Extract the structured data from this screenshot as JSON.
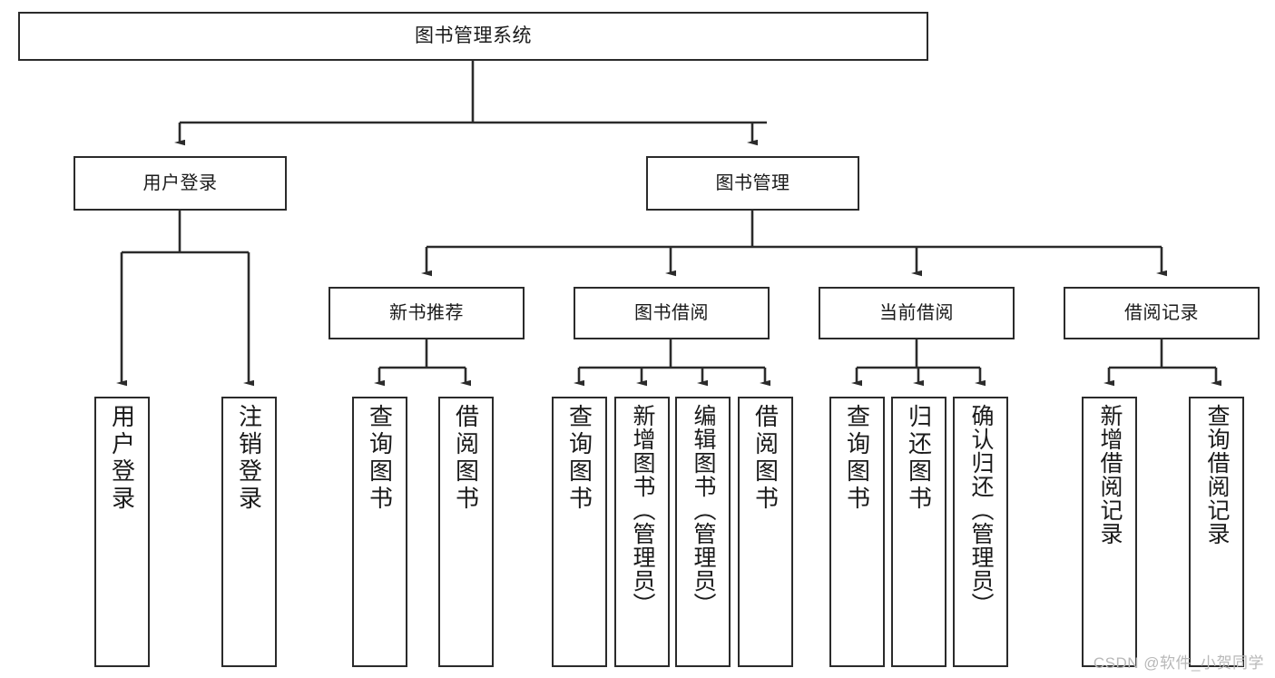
{
  "diagram": {
    "type": "tree-hierarchy-chart",
    "title": "图书管理系统",
    "root": {
      "id": "root",
      "label": "图书管理系统"
    },
    "level2": [
      {
        "id": "user-login",
        "label": "用户登录"
      },
      {
        "id": "book-management",
        "label": "图书管理"
      }
    ],
    "level3": [
      {
        "id": "new-book-recommend",
        "label": "新书推荐",
        "parent": "book-management"
      },
      {
        "id": "book-borrow",
        "label": "图书借阅",
        "parent": "book-management"
      },
      {
        "id": "current-borrow",
        "label": "当前借阅",
        "parent": "book-management"
      },
      {
        "id": "borrow-record",
        "label": "借阅记录",
        "parent": "book-management"
      }
    ],
    "leaves": {
      "user-login": [
        {
          "id": "leaf-user-login",
          "label": "用户登录"
        },
        {
          "id": "leaf-logout-login",
          "label": "注销登录"
        }
      ],
      "new-book-recommend": [
        {
          "id": "leaf-query-book-1",
          "label": "查询图书"
        },
        {
          "id": "leaf-borrow-book-1",
          "label": "借阅图书"
        }
      ],
      "book-borrow": [
        {
          "id": "leaf-query-book-2",
          "label": "查询图书"
        },
        {
          "id": "leaf-add-book",
          "label": "新增图书（管理员）"
        },
        {
          "id": "leaf-edit-book",
          "label": "编辑图书（管理员）"
        },
        {
          "id": "leaf-borrow-book-2",
          "label": "借阅图书"
        }
      ],
      "current-borrow": [
        {
          "id": "leaf-query-book-3",
          "label": "查询图书"
        },
        {
          "id": "leaf-return-book",
          "label": "归还图书"
        },
        {
          "id": "leaf-confirm-return",
          "label": "确认归还（管理员）"
        }
      ],
      "borrow-record": [
        {
          "id": "leaf-add-record",
          "label": "新增借阅记录"
        },
        {
          "id": "leaf-query-record",
          "label": "查询借阅记录"
        }
      ]
    },
    "colors": {
      "stroke": "#2b2b2b",
      "fill": "#ffffff",
      "text": "#1a1a1a",
      "watermark": "#b8b8b8"
    }
  },
  "watermark": {
    "text": "CSDN @软件_小贺同学"
  }
}
